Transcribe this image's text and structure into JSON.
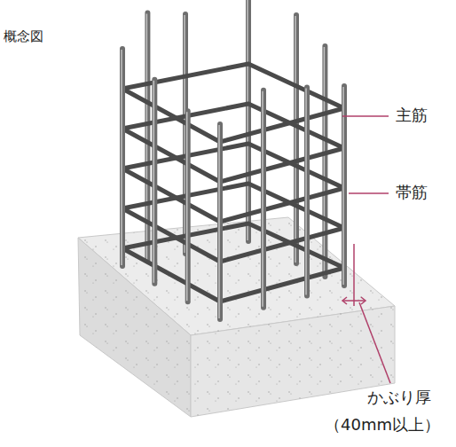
{
  "diagram": {
    "labels": [
      "概念図",
      "主筋",
      "帯筋",
      "かぶり厚",
      "（40mm以上）"
    ]
  }
}
